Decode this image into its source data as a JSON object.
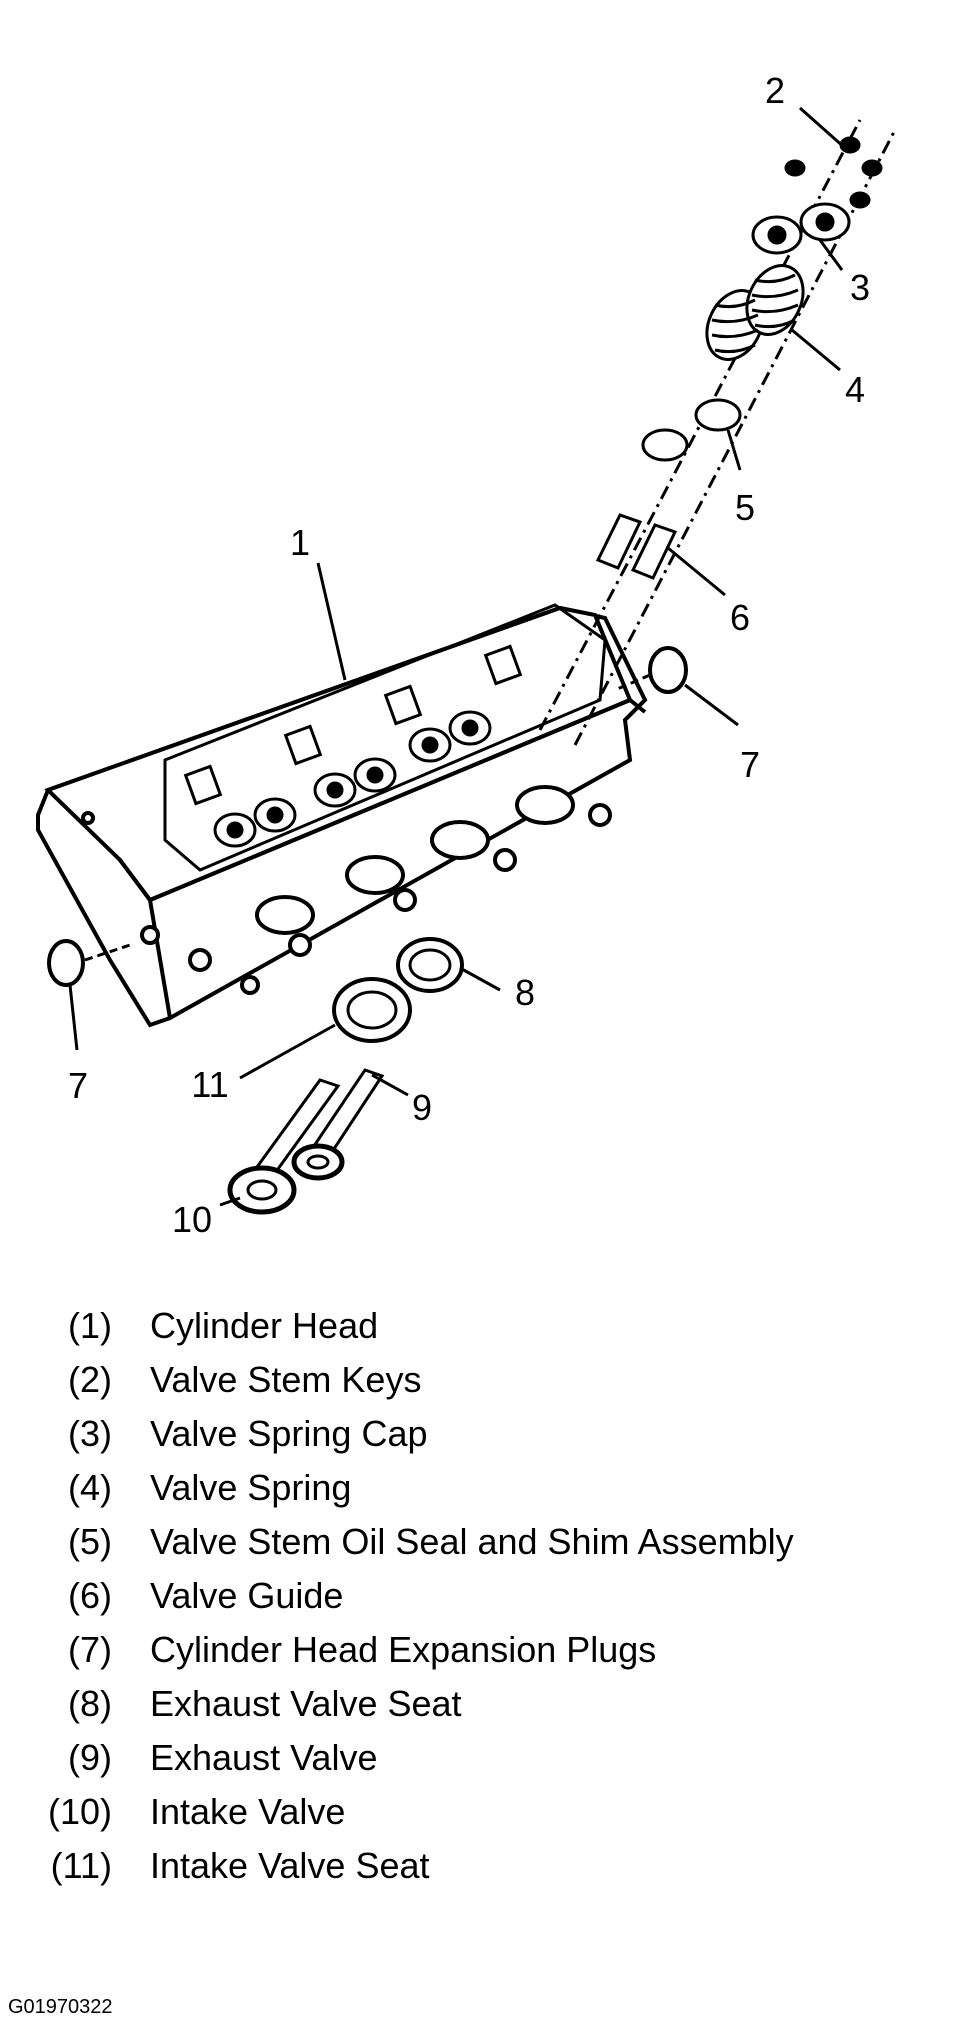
{
  "callouts": {
    "c1": "1",
    "c2": "2",
    "c3": "3",
    "c4": "4",
    "c5": "5",
    "c6": "6",
    "c7a": "7",
    "c7b": "7",
    "c8": "8",
    "c9": "9",
    "c10": "10",
    "c11": "11"
  },
  "legend": [
    {
      "num": "(1)",
      "text": "Cylinder Head"
    },
    {
      "num": "(2)",
      "text": "Valve Stem Keys"
    },
    {
      "num": "(3)",
      "text": "Valve Spring Cap"
    },
    {
      "num": "(4)",
      "text": "Valve Spring"
    },
    {
      "num": "(5)",
      "text": "Valve Stem Oil Seal and Shim Assembly"
    },
    {
      "num": "(6)",
      "text": "Valve Guide"
    },
    {
      "num": "(7)",
      "text": "Cylinder Head Expansion Plugs"
    },
    {
      "num": "(8)",
      "text": "Exhaust Valve Seat"
    },
    {
      "num": "(9)",
      "text": "Exhaust Valve"
    },
    {
      "num": "(10)",
      "text": "Intake Valve"
    },
    {
      "num": "(11)",
      "text": "Intake Valve Seat"
    }
  ],
  "figure_id": "G01970322"
}
